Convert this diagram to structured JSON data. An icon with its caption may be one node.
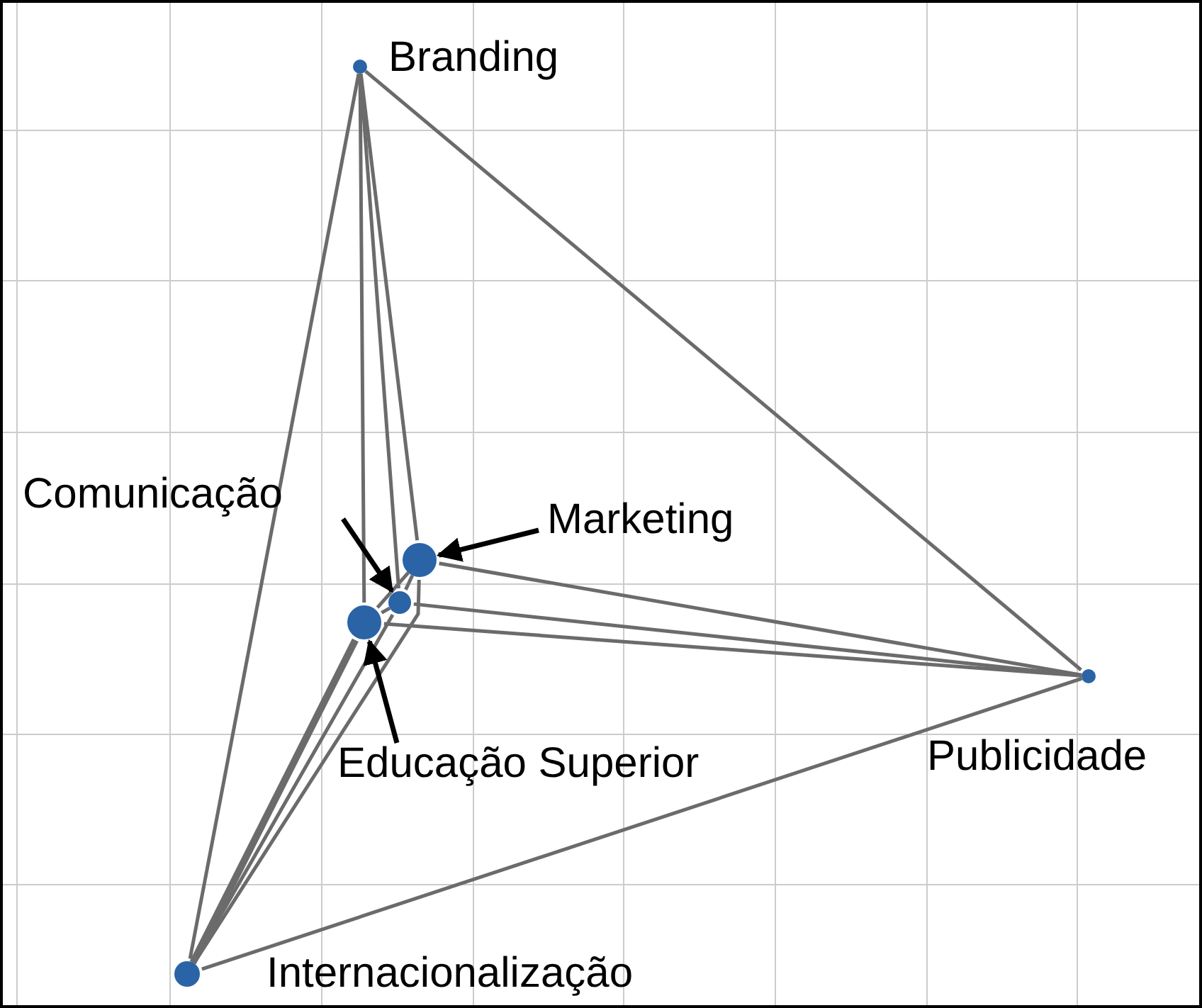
{
  "diagram": {
    "nodes": [
      {
        "text": [],
        "shape": "circle",
        "beside": [
          "Branding"
        ]
      },
      {
        "text": [],
        "shape": "circle"
      },
      {
        "text": [],
        "shape": "circle"
      },
      {
        "text": [],
        "shape": "circle"
      },
      {
        "text": [],
        "shape": "circle",
        "beside": [
          "Publicidade"
        ]
      },
      {
        "text": [],
        "shape": "circle",
        "beside": [
          "Internacionalização"
        ]
      },
      {
        "text": [
          "Comunicação"
        ]
      },
      {
        "text": [
          "Marketing"
        ]
      },
      {
        "text": [
          "Educação Superior"
        ]
      }
    ],
    "edges": [
      {
        "from": 0,
        "to": 5,
        "arrow": "none"
      },
      {
        "from": 0,
        "to": 3,
        "arrow": "none"
      },
      {
        "from": 0,
        "to": 2,
        "arrow": "none"
      },
      {
        "from": 0,
        "to": 1,
        "arrow": "none"
      },
      {
        "from": 0,
        "to": 4,
        "arrow": "none"
      },
      {
        "from": 4,
        "to": 1,
        "arrow": "none"
      },
      {
        "from": 4,
        "to": 2,
        "arrow": "none"
      },
      {
        "from": 4,
        "to": 3,
        "arrow": "none"
      },
      {
        "from": 4,
        "to": 5,
        "arrow": "none"
      },
      {
        "from": 5,
        "to": 3,
        "arrow": "none",
        "style": "thick"
      },
      {
        "from": 5,
        "to": 2,
        "arrow": "none"
      },
      {
        "from": 5,
        "to": 1,
        "arrow": "none"
      },
      {
        "from": 1,
        "to": 2,
        "arrow": "none"
      },
      {
        "from": 2,
        "to": 3,
        "arrow": "none"
      },
      {
        "from": 1,
        "to": 3,
        "arrow": "none"
      },
      {
        "from": 6,
        "to": 2,
        "arrow": "to",
        "color": "#000000"
      },
      {
        "from": 7,
        "to": 1,
        "arrow": "to",
        "color": "#000000"
      },
      {
        "from": 8,
        "to": 3,
        "arrow": "to",
        "color": "#000000"
      }
    ]
  }
}
